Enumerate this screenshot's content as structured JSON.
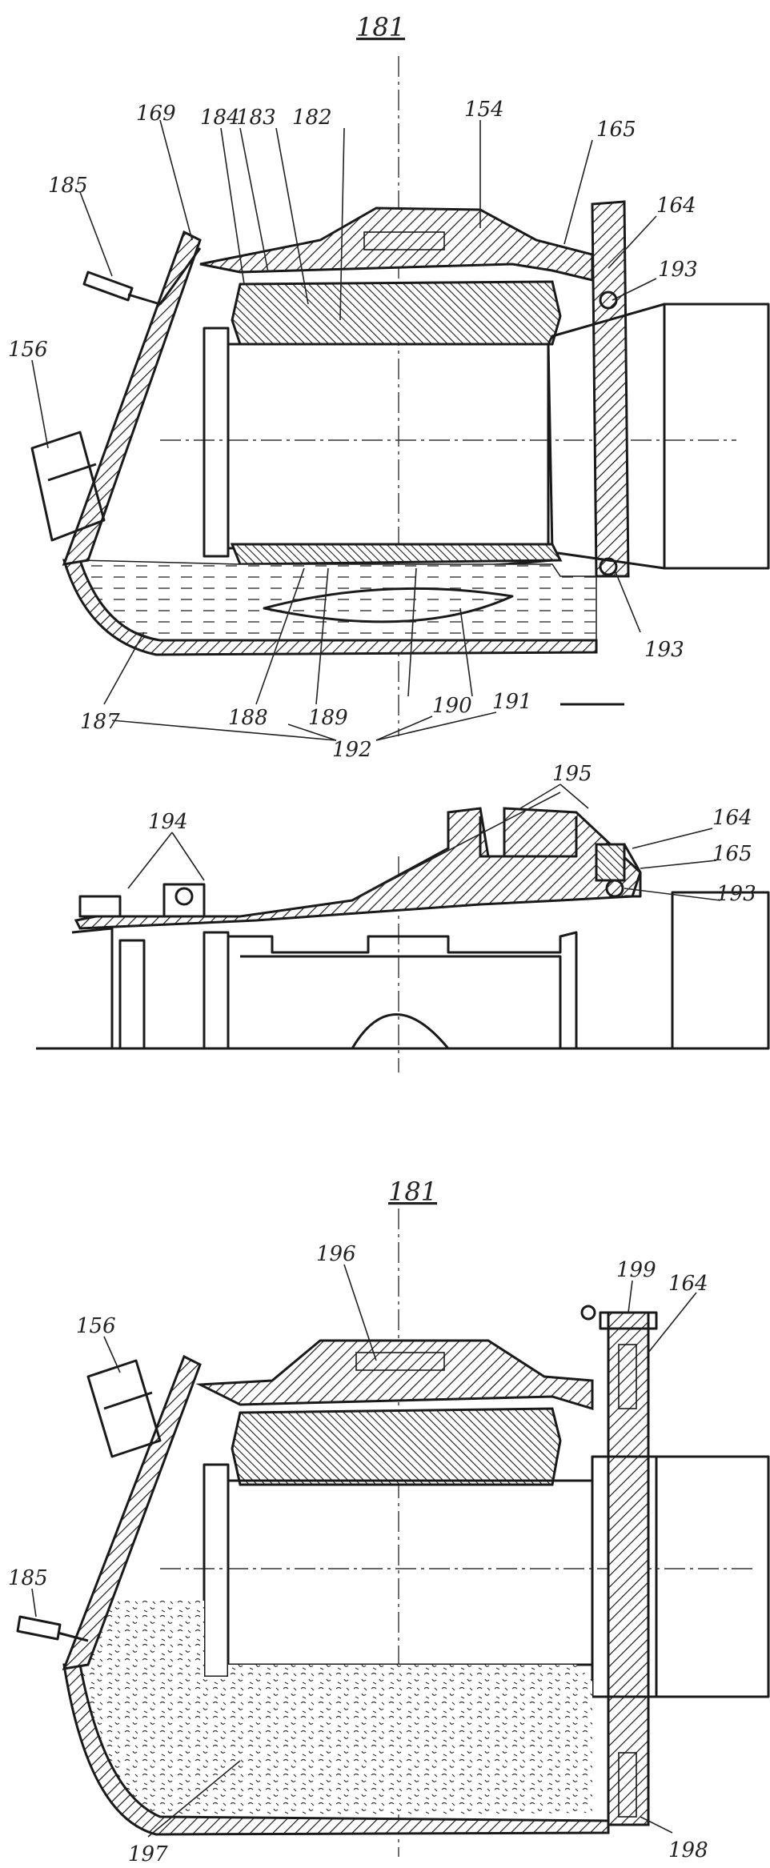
{
  "figure_top": {
    "title": "181",
    "labels": [
      "169",
      "184",
      "183",
      "182",
      "154",
      "165",
      "164",
      "193",
      "185",
      "156",
      "193",
      "187",
      "188",
      "189",
      "190",
      "191",
      "192"
    ]
  },
  "figure_mid": {
    "labels": [
      "194",
      "195",
      "164",
      "165",
      "193"
    ]
  },
  "figure_bottom": {
    "title": "181",
    "labels": [
      "196",
      "199",
      "156",
      "164",
      "185",
      "197",
      "198"
    ]
  }
}
